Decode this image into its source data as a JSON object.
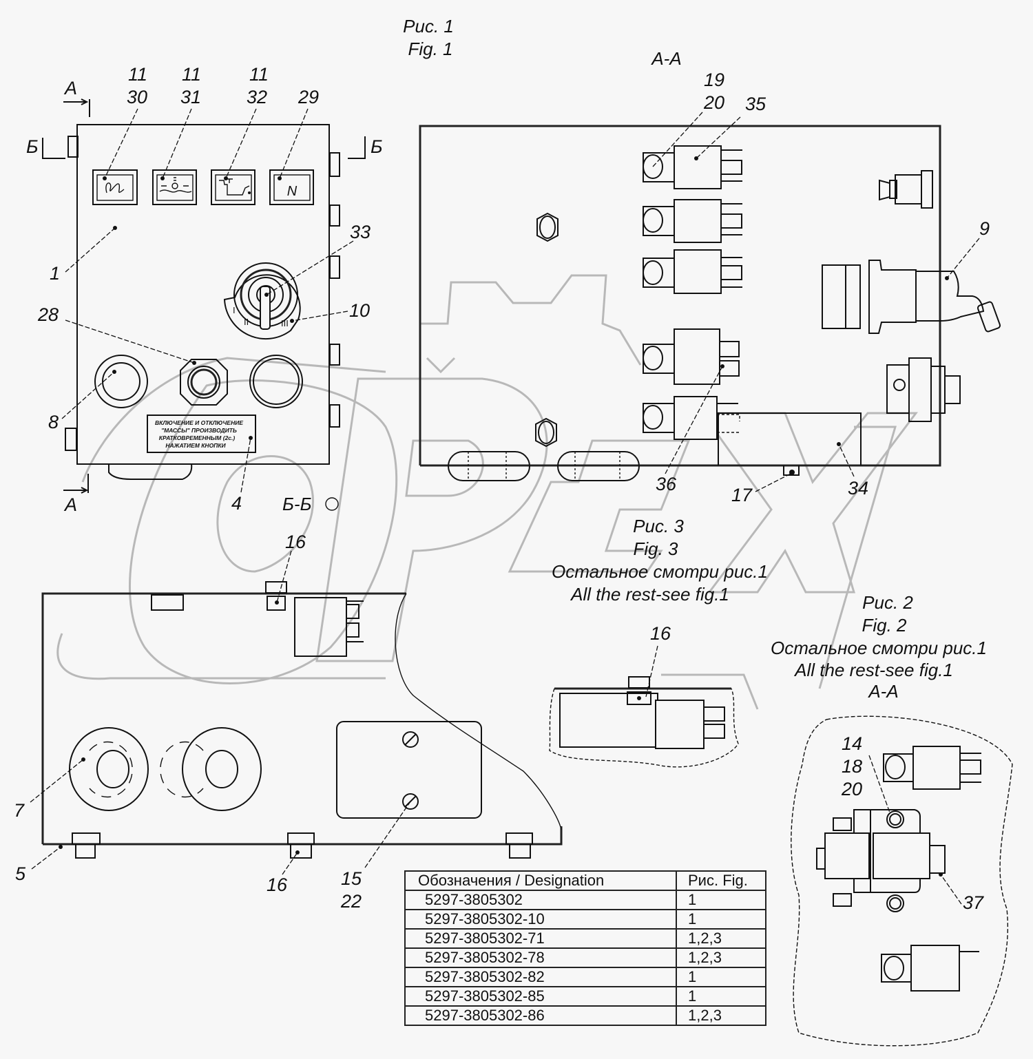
{
  "watermark": "OPEX",
  "figures": {
    "fig1": {
      "title_ru": "Рис. 1",
      "title_en": "Fig. 1"
    },
    "fig2": {
      "title_ru": "Рис. 2",
      "title_en": "Fig. 2",
      "note_ru": "Остальное смотри рис.1",
      "note_en": "All the rest-see fig.1",
      "view": "А-А"
    },
    "fig3": {
      "title_ru": "Рис. 3",
      "title_en": "Fig. 3",
      "note_ru": "Остальное смотри рис.1",
      "note_en": "All the rest-see fig.1"
    }
  },
  "section_labels": {
    "a_top": "А",
    "a_bottom": "А",
    "b_left": "Б",
    "b_right": "Б",
    "view_aa": "А-А",
    "view_bb": "Б-Б"
  },
  "callouts": {
    "fig1": {
      "lamp1_top": "11",
      "lamp1": "30",
      "lamp2_top": "11",
      "lamp2": "31",
      "lamp3_top": "11",
      "lamp3": "32",
      "lamp4": "29",
      "body": "1",
      "switch": "33",
      "scale": "10",
      "nut": "28",
      "button": "8",
      "plate": "4"
    },
    "view_aa": {
      "relay_a": "19",
      "relay_b": "20",
      "relay_body": "35",
      "switch": "9",
      "relay_36": "36",
      "bolt": "17",
      "bracket": "34"
    },
    "view_bb": {
      "bolt_top": "16",
      "cover": "7",
      "wall": "5",
      "bolt_bottom": "16",
      "screw_a": "15",
      "screw_b": "22"
    },
    "fig3": {
      "bolt": "16"
    },
    "fig2": {
      "a": "14",
      "b": "18",
      "c": "20",
      "relay": "37"
    }
  },
  "plate_text": [
    "ВКЛЮЧЕНИЕ И ОТКЛЮЧЕНИЕ",
    "\"МАССЫ\" ПРОИЗВОДИТЬ",
    "КРАТКОВРЕМЕННЫМ (2с.)",
    "НАЖАТИЕМ КНОПКИ"
  ],
  "lamp_icons": [
    "glow-plug-icon",
    "coolant-level-icon",
    "oil-pressure-icon",
    "neutral-gear-icon"
  ],
  "lamp4_letter": "N",
  "scale_marks": [
    "I",
    "II",
    "III"
  ],
  "table": {
    "headers": [
      "Обозначения / Designation",
      "Рис. Fig."
    ],
    "rows": [
      [
        "5297-3805302",
        "1"
      ],
      [
        "5297-3805302-10",
        "1"
      ],
      [
        "5297-3805302-71",
        "1,2,3"
      ],
      [
        "5297-3805302-78",
        "1,2,3"
      ],
      [
        "5297-3805302-82",
        "1"
      ],
      [
        "5297-3805302-85",
        "1"
      ],
      [
        "5297-3805302-86",
        "1,2,3"
      ]
    ]
  }
}
